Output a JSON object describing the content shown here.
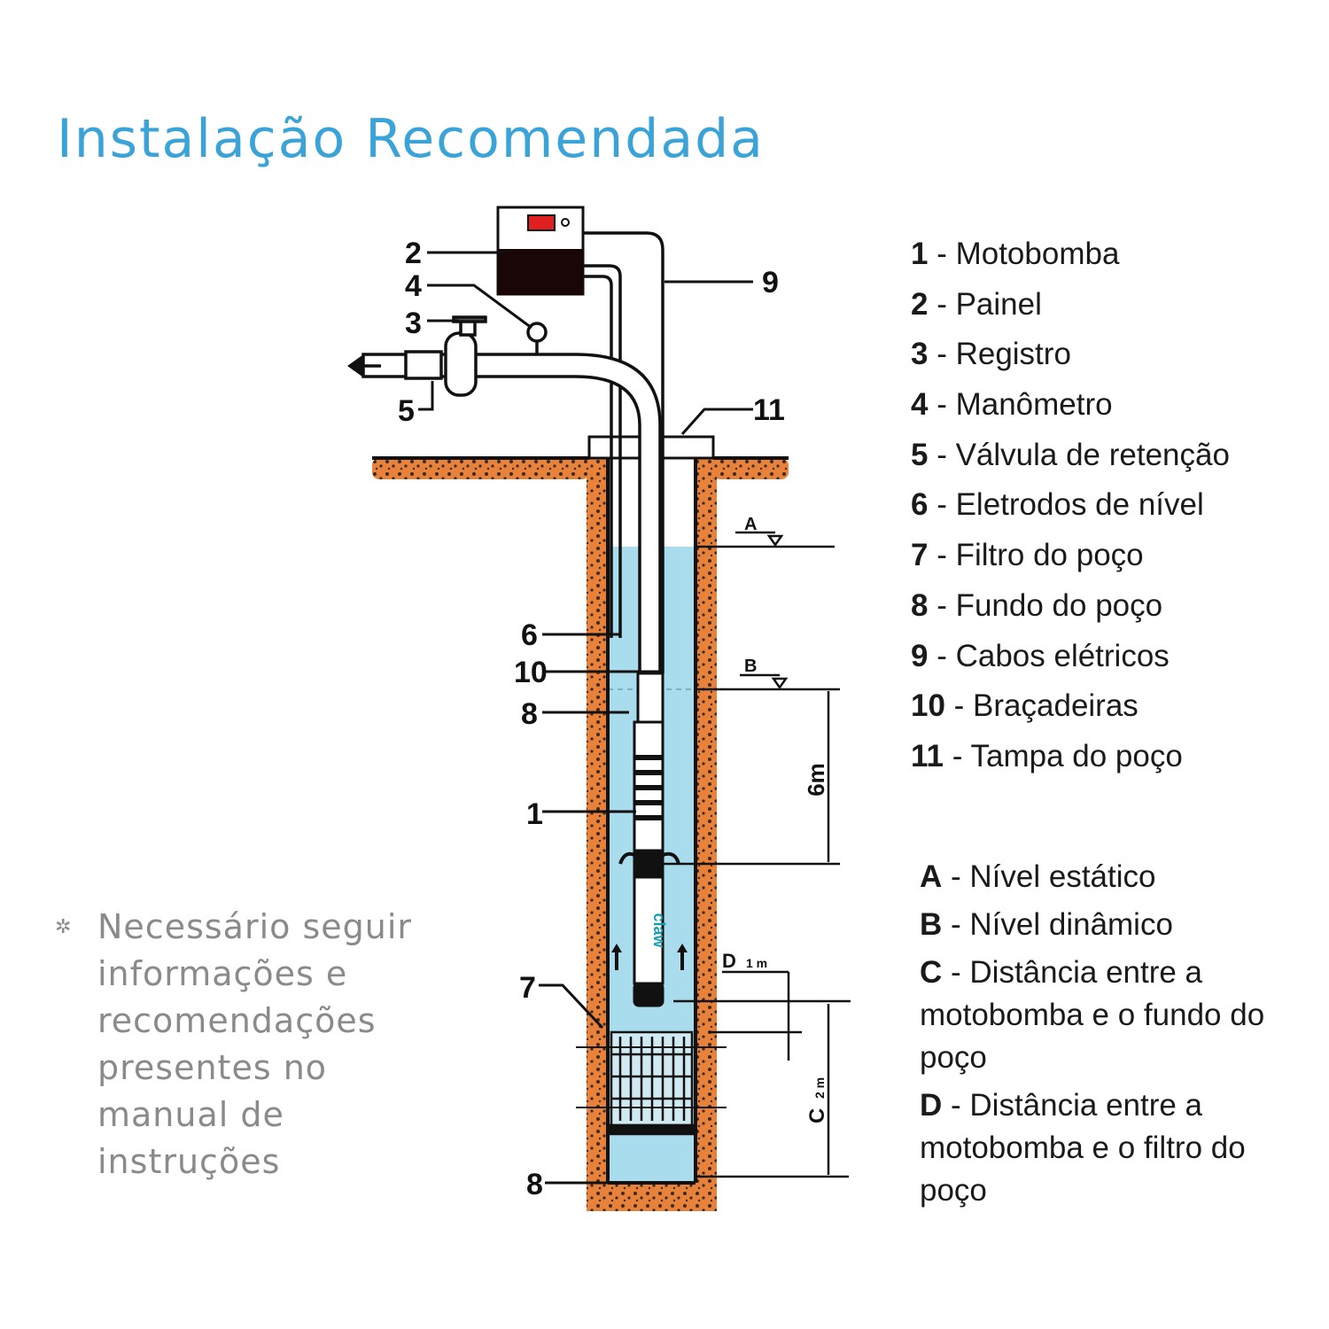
{
  "title": "Instalação Recomendada",
  "diagram": {
    "callouts": [
      "1",
      "2",
      "3",
      "4",
      "5",
      "6",
      "7",
      "8",
      "9",
      "10",
      "11"
    ],
    "levels": {
      "A": "A",
      "B": "B",
      "C": "C",
      "D": "D"
    },
    "dimensions": {
      "b_to_pump": "6m",
      "d_value": "1 m",
      "c_value": "2 m"
    },
    "brand": "claw"
  },
  "legend": [
    {
      "key": "1",
      "label": "Motobomba"
    },
    {
      "key": "2",
      "label": "Painel"
    },
    {
      "key": "3",
      "label": "Registro"
    },
    {
      "key": "4",
      "label": "Manômetro"
    },
    {
      "key": "5",
      "label": "Válvula de retenção"
    },
    {
      "key": "6",
      "label": "Eletrodos de nível"
    },
    {
      "key": "7",
      "label": "Filtro do poço"
    },
    {
      "key": "8",
      "label": "Fundo do poço"
    },
    {
      "key": "9",
      "label": "Cabos elétricos"
    },
    {
      "key": "10",
      "label": "Braçadeiras"
    },
    {
      "key": "11",
      "label": "Tampa do poço"
    }
  ],
  "levels_legend": [
    {
      "key": "A",
      "label": "Nível estático"
    },
    {
      "key": "B",
      "label": "Nível dinâmico"
    },
    {
      "key": "C",
      "label": "Distância entre a motobomba e o fundo do poço"
    },
    {
      "key": "D",
      "label": "Distância entre a motobomba e o filtro do poço"
    }
  ],
  "note": "Necessário seguir informações e recomendações presentes no manual de instruções",
  "colors": {
    "title": "#3aa3d8",
    "water": "#a9dcec",
    "soil": "#e8823a",
    "panel_display": "#e02020"
  }
}
